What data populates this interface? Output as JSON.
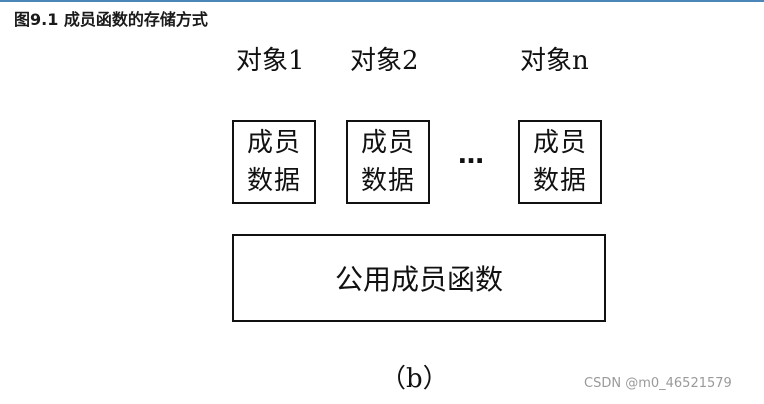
{
  "figure_caption": "图9.1  成员函数的存储方式",
  "objects": [
    {
      "label": "对象1",
      "box_text": "成员数据"
    },
    {
      "label": "对象2",
      "box_text": "成员数据"
    },
    {
      "label": "对象n",
      "box_text": "成员数据"
    }
  ],
  "ellipsis": "…",
  "shared_function_box": "公用成员函数",
  "subfigure_label": "（b）",
  "watermark": "CSDN @m0_46521579"
}
